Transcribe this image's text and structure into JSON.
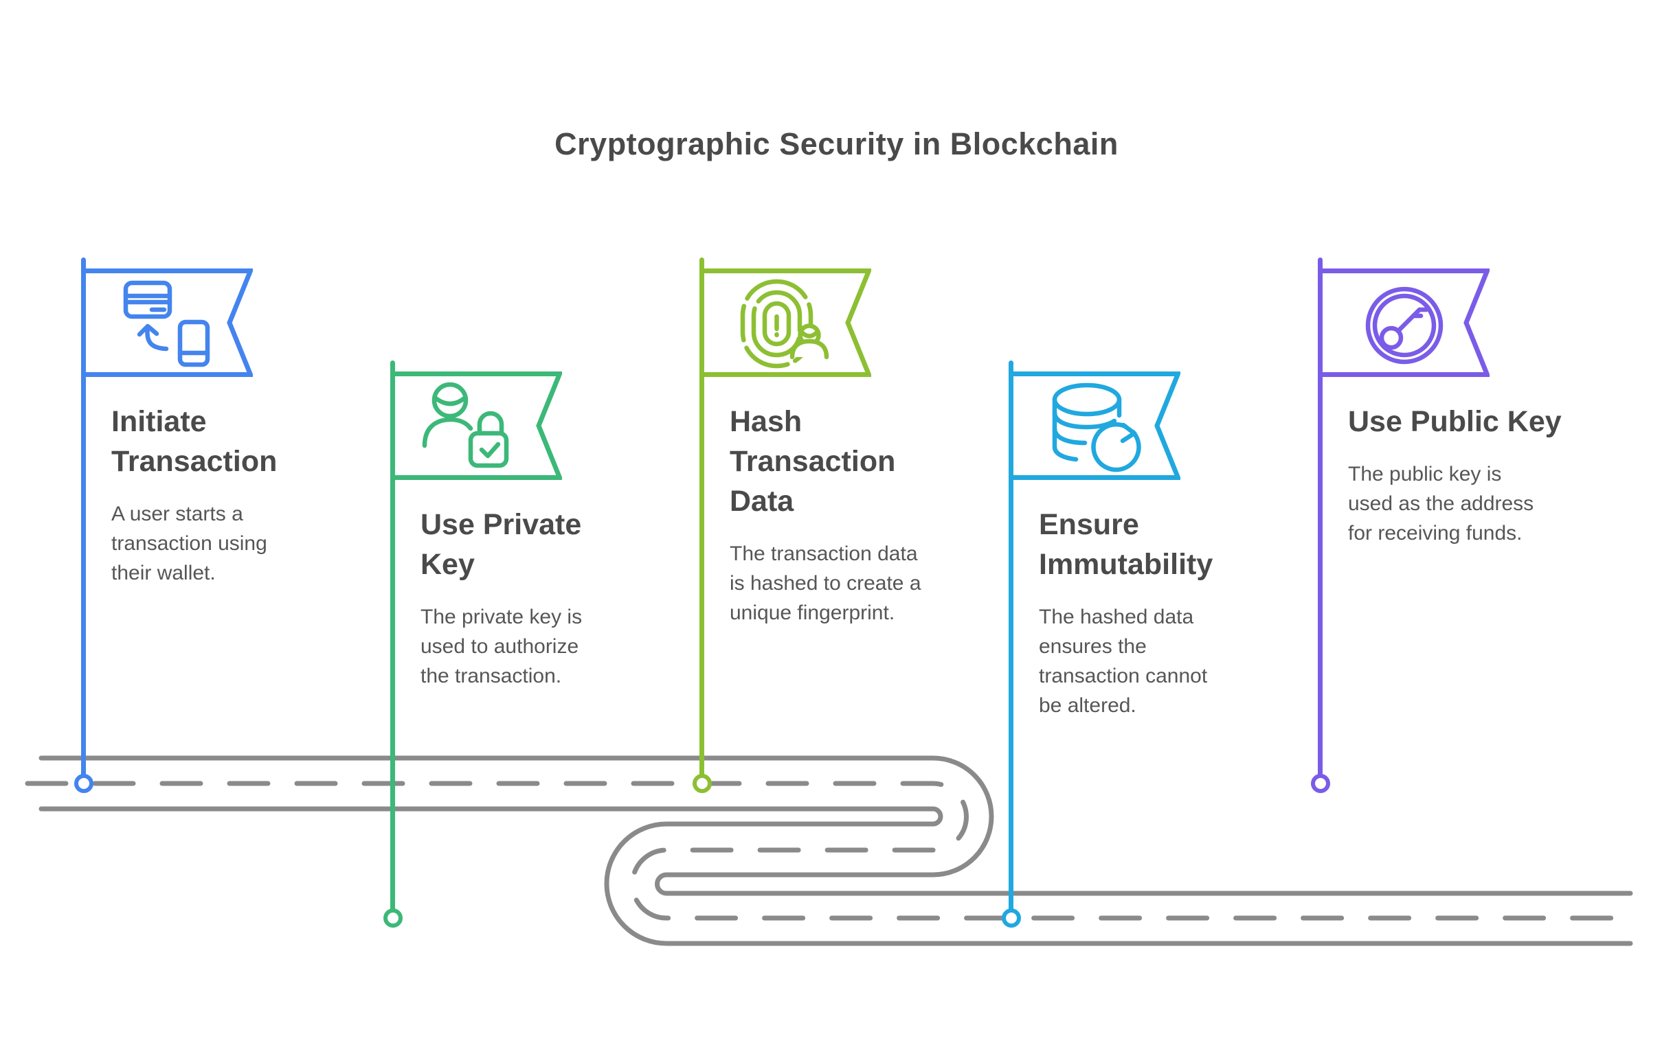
{
  "title": "Cryptographic Security in Blockchain",
  "colors": {
    "road": "#8a8a8a",
    "title_text": "#4a4a4a",
    "heading_text": "#4a4a4a",
    "body_text": "#565656"
  },
  "road": {
    "style": "winding s-curve road with dashed center line",
    "marker_shape": "small circle on dashed lane line"
  },
  "steps": [
    {
      "id": 1,
      "accent": "#4484ee",
      "icon": "card-phone-transfer-icon",
      "title": "Initiate\nTransaction",
      "description": "A user starts a\ntransaction using\ntheir wallet."
    },
    {
      "id": 2,
      "accent": "#3cb878",
      "icon": "user-lock-icon",
      "title": "Use Private\nKey",
      "description": "The private key is\nused to authorize\nthe transaction."
    },
    {
      "id": 3,
      "accent": "#8dbf33",
      "icon": "fingerprint-user-icon",
      "title": "Hash\nTransaction\nData",
      "description": "The transaction data\nis hashed to create a\nunique fingerprint."
    },
    {
      "id": 4,
      "accent": "#20a8df",
      "icon": "database-refresh-icon",
      "title": "Ensure\nImmutability",
      "description": "The hashed data\nensures the\ntransaction cannot\nbe altered."
    },
    {
      "id": 5,
      "accent": "#7a5ce8",
      "icon": "key-coin-icon",
      "title": "Use Public Key",
      "description": "The public key is\nused as the address\nfor receiving funds."
    }
  ]
}
